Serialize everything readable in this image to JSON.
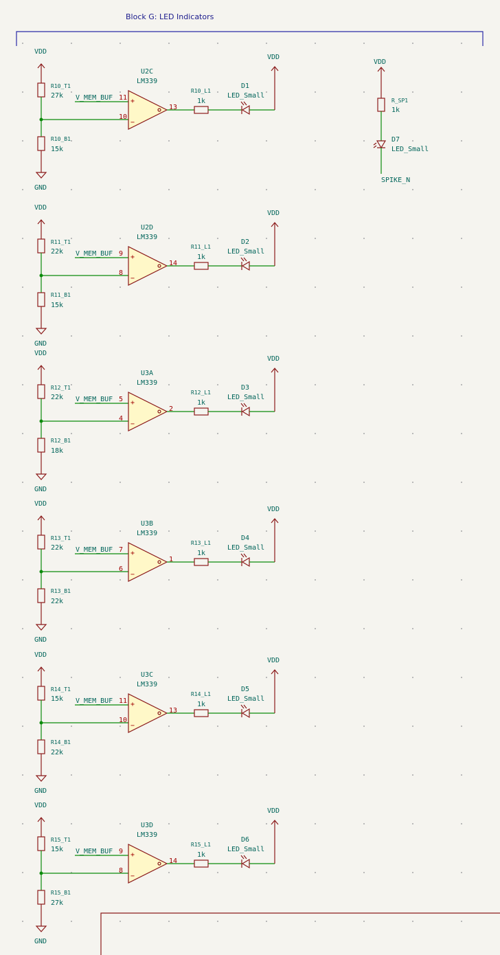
{
  "sheet": {
    "title": "Block G: LED Indicators",
    "grid_visible": true
  },
  "comparator_stages": [
    {
      "top_vdd": "VDD",
      "r_top_ref": "R10_T1",
      "r_top_val": "27k",
      "r_bot_ref": "R10_B1",
      "r_bot_val": "15k",
      "gnd": "GND",
      "unit": "U2C",
      "part": "LM339",
      "net_in": "V_MEM_BUF",
      "pin_plus": "11",
      "pin_minus": "10",
      "pin_out": "13",
      "r_led_ref": "R10_L1",
      "r_led_val": "1k",
      "led_ref": "D1",
      "led_val": "LED_Small",
      "led_vdd": "VDD"
    },
    {
      "top_vdd": "VDD",
      "r_top_ref": "R11_T1",
      "r_top_val": "22k",
      "r_bot_ref": "R11_B1",
      "r_bot_val": "15k",
      "gnd": "GND",
      "unit": "U2D",
      "part": "LM339",
      "net_in": "V_MEM_BUF",
      "pin_plus": "9",
      "pin_minus": "8",
      "pin_out": "14",
      "r_led_ref": "R11_L1",
      "r_led_val": "1k",
      "led_ref": "D2",
      "led_val": "LED_Small",
      "led_vdd": "VDD"
    },
    {
      "top_vdd": "VDD",
      "r_top_ref": "R12_T1",
      "r_top_val": "22k",
      "r_bot_ref": "R12_B1",
      "r_bot_val": "18k",
      "gnd": "GND",
      "unit": "U3A",
      "part": "LM339",
      "net_in": "V_MEM_BUF",
      "pin_plus": "5",
      "pin_minus": "4",
      "pin_out": "2",
      "r_led_ref": "R12_L1",
      "r_led_val": "1k",
      "led_ref": "D3",
      "led_val": "LED_Small",
      "led_vdd": "VDD"
    },
    {
      "top_vdd": "VDD",
      "r_top_ref": "R13_T1",
      "r_top_val": "22k",
      "r_bot_ref": "R13_B1",
      "r_bot_val": "22k",
      "gnd": "GND",
      "unit": "U3B",
      "part": "LM339",
      "net_in": "V_MEM_BUF",
      "pin_plus": "7",
      "pin_minus": "6",
      "pin_out": "1",
      "r_led_ref": "R13_L1",
      "r_led_val": "1k",
      "led_ref": "D4",
      "led_val": "LED_Small",
      "led_vdd": "VDD"
    },
    {
      "top_vdd": "VDD",
      "r_top_ref": "R14_T1",
      "r_top_val": "15k",
      "r_bot_ref": "R14_B1",
      "r_bot_val": "22k",
      "gnd": "GND",
      "unit": "U3C",
      "part": "LM339",
      "net_in": "V_MEM_BUF",
      "pin_plus": "11",
      "pin_minus": "10",
      "pin_out": "13",
      "r_led_ref": "R14_L1",
      "r_led_val": "1k",
      "led_ref": "D5",
      "led_val": "LED_Small",
      "led_vdd": "VDD"
    },
    {
      "top_vdd": "VDD",
      "r_top_ref": "R15_T1",
      "r_top_val": "15k",
      "r_bot_ref": "R15_B1",
      "r_bot_val": "27k",
      "gnd": "GND",
      "unit": "U3D",
      "part": "LM339",
      "net_in": "V_MEM_BUF",
      "pin_plus": "9",
      "pin_minus": "8",
      "pin_out": "14",
      "r_led_ref": "R15_L1",
      "r_led_val": "1k",
      "led_ref": "D6",
      "led_val": "LED_Small",
      "led_vdd": "VDD"
    }
  ],
  "spike_indicator": {
    "vdd": "VDD",
    "r_ref": "R_SP1",
    "r_val": "1k",
    "led_ref": "D7",
    "led_val": "LED_Small",
    "net": "SPIKE_N"
  },
  "colors": {
    "wire": "#0a8a0a",
    "symbol": "#8b1a1a",
    "label": "#00645a",
    "opamp_fill": "#fff8c8",
    "frame": "#2b2ba8",
    "background": "#f5f4ef"
  }
}
